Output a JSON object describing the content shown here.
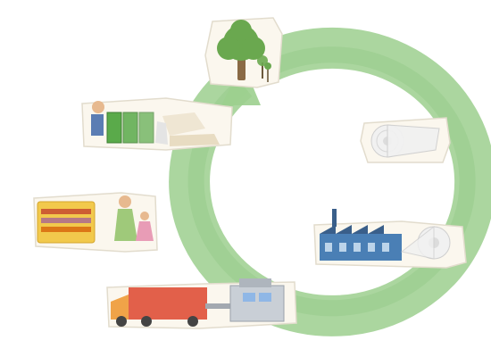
{
  "diagram": {
    "type": "cycle",
    "colors": {
      "ring": "#9ccf8e",
      "ring_dark": "#7fbf72",
      "card": "#fbf7ee",
      "card_edge": "#e2dccd",
      "tree_leaf": "#6aa84f",
      "trunk": "#8a6a45",
      "paper_roll": "#f1f1f1",
      "factory_blue": "#4a7fb5",
      "factory_roof": "#3a5f8a",
      "truck_red": "#e2604a",
      "truck_cab": "#f0a348",
      "shelf_yellow": "#f2c94c",
      "recycle_green": "#5aaa4a",
      "machine_grey": "#c9cfd6"
    },
    "stages": [
      {
        "id": "tree",
        "icon": "tree-icon"
      },
      {
        "id": "paper-roll",
        "icon": "paper-roll-icon"
      },
      {
        "id": "paper-factory",
        "icon": "factory-icon"
      },
      {
        "id": "transport",
        "icon": "truck-and-press-icon"
      },
      {
        "id": "store",
        "icon": "store-shelf-and-shoppers-icon"
      },
      {
        "id": "recycling",
        "icon": "recycling-bins-and-waste-paper-icon"
      }
    ]
  }
}
